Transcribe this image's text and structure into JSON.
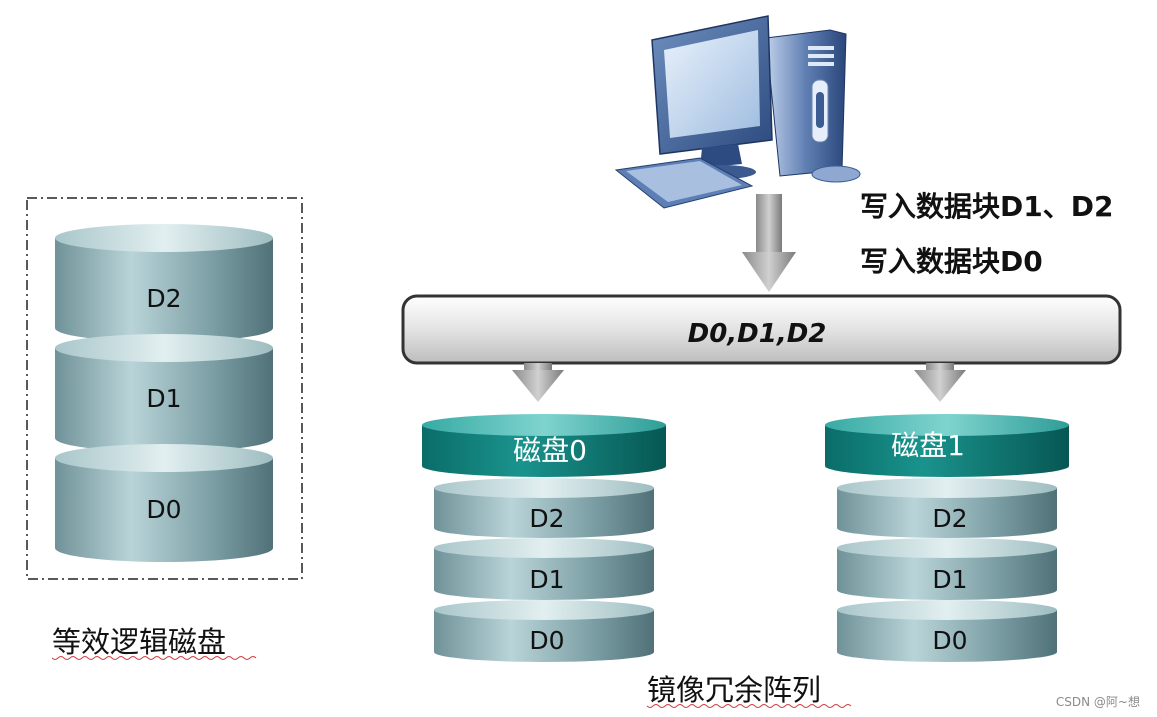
{
  "logical_disk": {
    "blocks": [
      "D2",
      "D1",
      "D0"
    ],
    "caption": "等效逻辑磁盘"
  },
  "host": {
    "write_notes": [
      "写入数据块D1、D2",
      "写入数据块D0"
    ]
  },
  "bus": {
    "label": "D0,D1,D2"
  },
  "mirror_disks": [
    {
      "name": "磁盘0",
      "blocks": [
        "D2",
        "D1",
        "D0"
      ]
    },
    {
      "name": "磁盘1",
      "blocks": [
        "D2",
        "D1",
        "D0"
      ]
    }
  ],
  "array_caption": "镜像冗余阵列",
  "watermark": "CSDN @阿~想"
}
